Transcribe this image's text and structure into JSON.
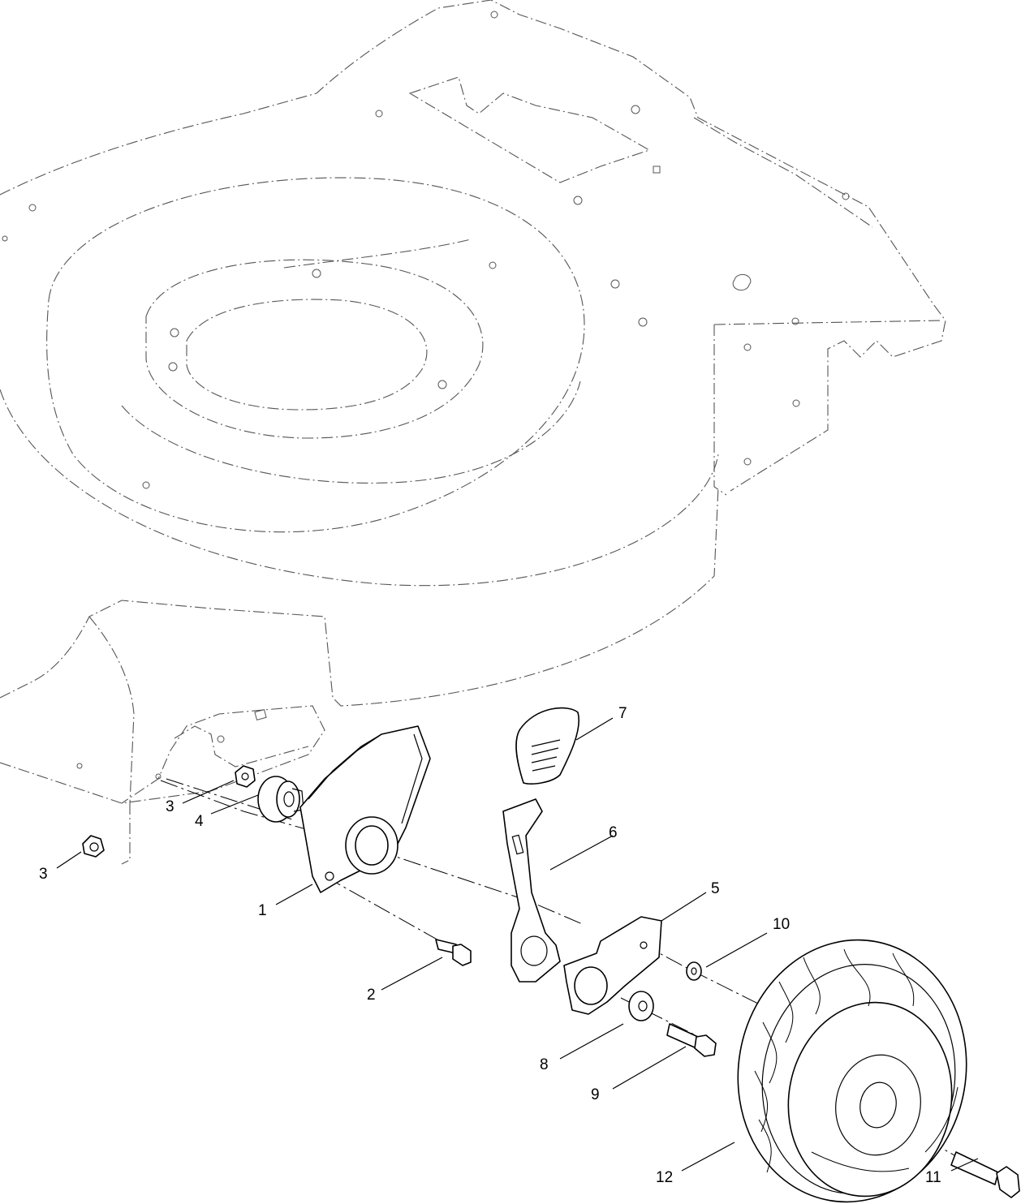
{
  "callouts": [
    {
      "id": "1",
      "label": "1"
    },
    {
      "id": "2",
      "label": "2"
    },
    {
      "id": "3a",
      "label": "3"
    },
    {
      "id": "3b",
      "label": "3"
    },
    {
      "id": "4",
      "label": "4"
    },
    {
      "id": "5",
      "label": "5"
    },
    {
      "id": "6",
      "label": "6"
    },
    {
      "id": "7",
      "label": "7"
    },
    {
      "id": "8",
      "label": "8"
    },
    {
      "id": "9",
      "label": "9"
    },
    {
      "id": "10",
      "label": "10"
    },
    {
      "id": "11",
      "label": "11"
    },
    {
      "id": "12",
      "label": "12"
    }
  ]
}
